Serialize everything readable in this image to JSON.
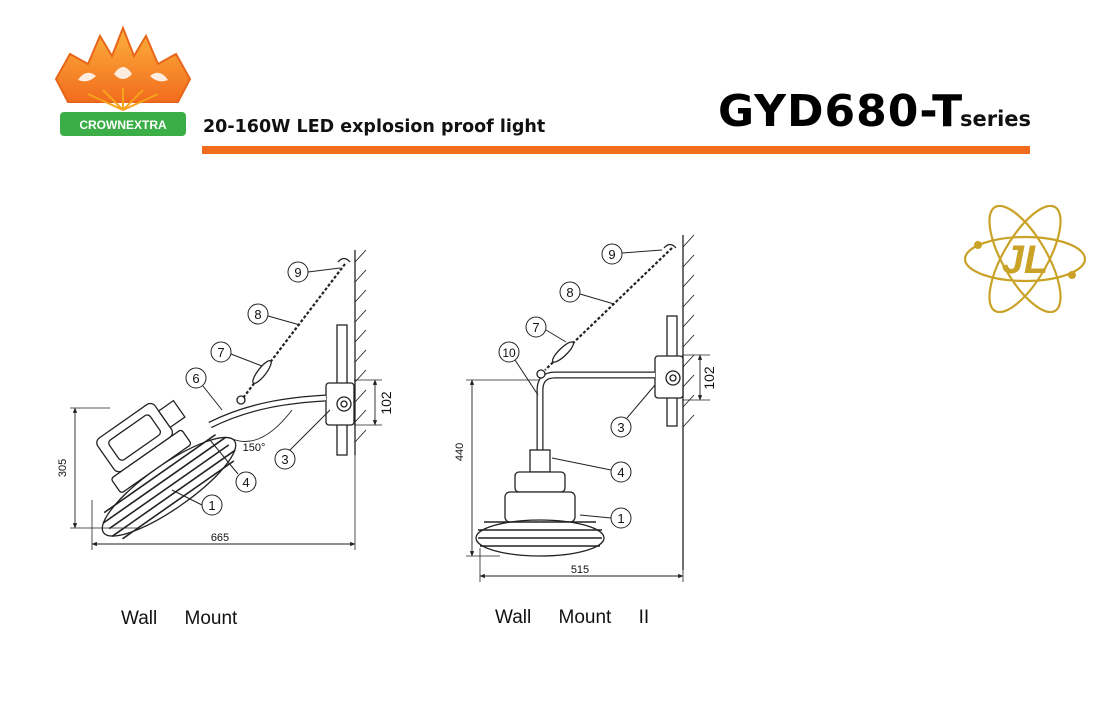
{
  "header": {
    "brand_name": "CROWNEXTRA",
    "subtitle": "20-160W LED explosion proof light",
    "model": "GYD680-T",
    "series_label": "series",
    "partner_logo_text": "JL",
    "accent_color": "#f26c1e"
  },
  "wall_mount_1": {
    "caption": "Wall Mount",
    "dimensions": {
      "height": "305",
      "width": "665",
      "bracket": "102",
      "angle": "150°"
    },
    "callouts": [
      "1",
      "3",
      "4",
      "6",
      "7",
      "8",
      "9"
    ]
  },
  "wall_mount_2": {
    "caption": "Wall Mount II",
    "dimensions": {
      "height": "440",
      "width": "515",
      "bracket": "102"
    },
    "callouts": [
      "1",
      "3",
      "4",
      "7",
      "8",
      "9",
      "10"
    ]
  }
}
